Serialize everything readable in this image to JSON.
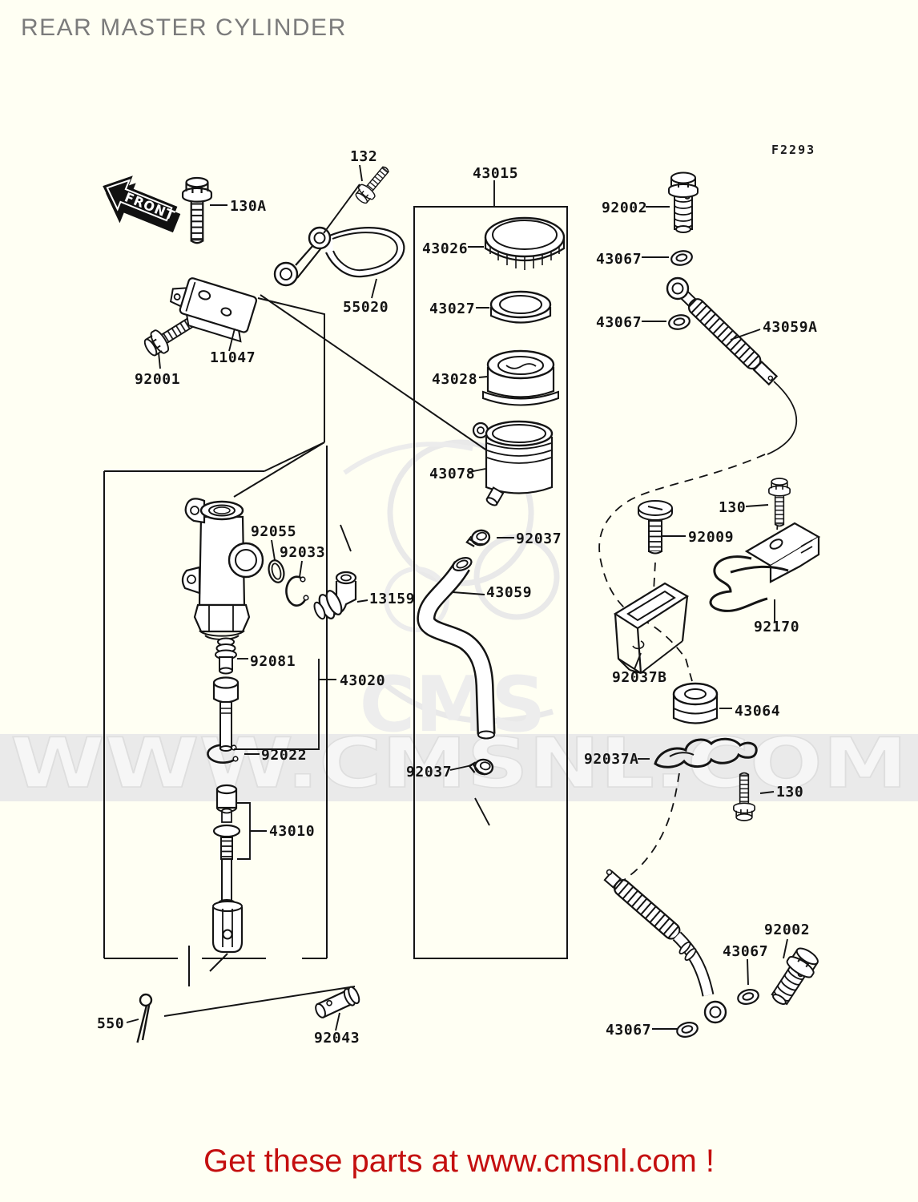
{
  "page": {
    "title": "REAR MASTER CYLINDER",
    "diagram_code": "F2293",
    "front_arrow": "FRONT",
    "footer": "Get these parts at www.cmsnl.com !",
    "watermark_band": "WWW.CMSNL.COM",
    "watermark_logo": "CMS"
  },
  "parts": [
    {
      "id": "130A",
      "label": "130A"
    },
    {
      "id": "132",
      "label": "132"
    },
    {
      "id": "55020",
      "label": "55020"
    },
    {
      "id": "11047",
      "label": "11047"
    },
    {
      "id": "92001",
      "label": "92001"
    },
    {
      "id": "43015",
      "label": "43015"
    },
    {
      "id": "43026",
      "label": "43026"
    },
    {
      "id": "43027",
      "label": "43027"
    },
    {
      "id": "43028",
      "label": "43028"
    },
    {
      "id": "43078",
      "label": "43078"
    },
    {
      "id": "92002-top",
      "label": "92002"
    },
    {
      "id": "43067-top",
      "label": "43067"
    },
    {
      "id": "43067-upper-mid",
      "label": "43067"
    },
    {
      "id": "43059A",
      "label": "43059A"
    },
    {
      "id": "92055",
      "label": "92055"
    },
    {
      "id": "92033",
      "label": "92033"
    },
    {
      "id": "13159",
      "label": "13159"
    },
    {
      "id": "92037-upper",
      "label": "92037"
    },
    {
      "id": "43059",
      "label": "43059"
    },
    {
      "id": "92081",
      "label": "92081"
    },
    {
      "id": "43020",
      "label": "43020"
    },
    {
      "id": "92022",
      "label": "92022"
    },
    {
      "id": "43010",
      "label": "43010"
    },
    {
      "id": "92037-lower",
      "label": "92037"
    },
    {
      "id": "550",
      "label": "550"
    },
    {
      "id": "92043",
      "label": "92043"
    },
    {
      "id": "92009",
      "label": "92009"
    },
    {
      "id": "130-upper-right",
      "label": "130"
    },
    {
      "id": "92170",
      "label": "92170"
    },
    {
      "id": "92037B",
      "label": "92037B"
    },
    {
      "id": "43064",
      "label": "43064"
    },
    {
      "id": "92037A",
      "label": "92037A"
    },
    {
      "id": "130-lower-right",
      "label": "130"
    },
    {
      "id": "92002-bottom",
      "label": "92002"
    },
    {
      "id": "43067-bottom-mid",
      "label": "43067"
    },
    {
      "id": "43067-bottom-left",
      "label": "43067"
    }
  ]
}
